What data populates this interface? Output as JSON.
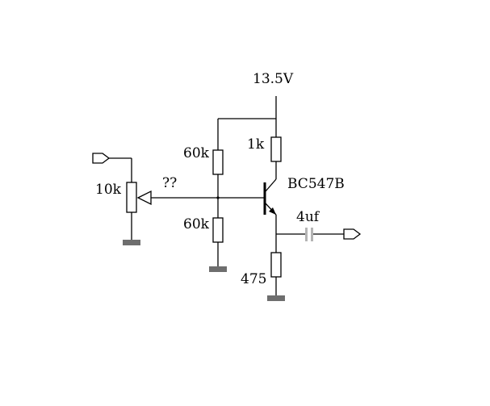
{
  "labels": {
    "supply": "13.5V",
    "r_bias_top": "60k",
    "r_bias_bottom": "60k",
    "r_collector": "1k",
    "transistor": "BC547B",
    "capacitor": "4uf",
    "r_emitter": "475",
    "potentiometer": "10k",
    "unknown_connection": "??"
  },
  "colors": {
    "wire": "#000000",
    "ground": "#6e6e6e",
    "capacitor": "#b4b4b4"
  }
}
